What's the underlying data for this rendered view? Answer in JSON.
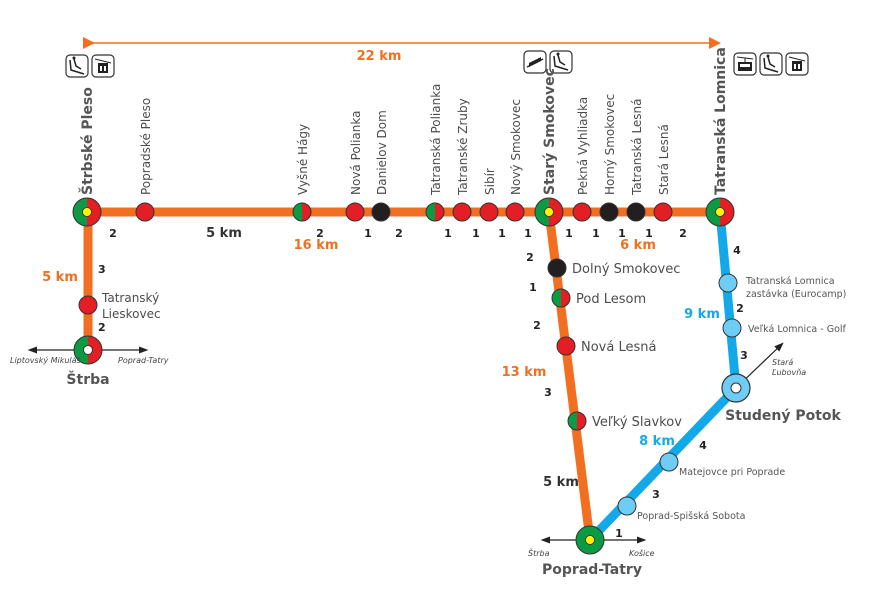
{
  "colors": {
    "orange": "#f26f21",
    "blue": "#13a8e8",
    "lightblue": "#6dcdf4",
    "red": "#e31e24",
    "green": "#0c9a45",
    "black": "#231f20",
    "yellow": "#fff200"
  },
  "main_line": {
    "total_km": "22 km",
    "stations": [
      {
        "name": "Štrbské Pleso",
        "type": "major"
      },
      {
        "name": "Popradské Pleso",
        "type": "red"
      },
      {
        "name": "Vyšné Hágy",
        "type": "split"
      },
      {
        "name": "Nová Polianka",
        "type": "red"
      },
      {
        "name": "Danielov Dom",
        "type": "black"
      },
      {
        "name": "Tatranská Polianka",
        "type": "split"
      },
      {
        "name": "Tatranské Zruby",
        "type": "red"
      },
      {
        "name": "Sibír",
        "type": "red"
      },
      {
        "name": "Nový Smokovec",
        "type": "red"
      },
      {
        "name": "Starý Smokovec",
        "type": "major"
      },
      {
        "name": "Pekná Vyhliadka",
        "type": "red"
      },
      {
        "name": "Horný Smokovec",
        "type": "black"
      },
      {
        "name": "Tatranská Lesná",
        "type": "black"
      },
      {
        "name": "Stará Lesná",
        "type": "red"
      },
      {
        "name": "Tatranská Lomnica",
        "type": "major"
      }
    ],
    "minutes": [
      "2",
      "2",
      "1",
      "2",
      "1",
      "1",
      "1",
      "1",
      "1",
      "1",
      "1",
      "1",
      "2"
    ],
    "km_labels": [
      "5 km",
      "16 km",
      "6 km"
    ]
  },
  "strba_branch": {
    "stations": [
      {
        "name": "Tatranský Lieskovec",
        "type": "red"
      },
      {
        "name": "Štrba",
        "type": "junction"
      }
    ],
    "minutes": [
      "3",
      "2"
    ],
    "km": "5 km",
    "directions": [
      "Liptovský Mikuláš",
      "Poprad-Tatry"
    ]
  },
  "poprad_branch": {
    "stations": [
      {
        "name": "Dolný Smokovec",
        "type": "black"
      },
      {
        "name": "Pod Lesom",
        "type": "split"
      },
      {
        "name": "Nová Lesná",
        "type": "red"
      },
      {
        "name": "Veľký Slavkov",
        "type": "split"
      },
      {
        "name": "Poprad-Tatry",
        "type": "terminal"
      }
    ],
    "minutes": [
      "2",
      "1",
      "2",
      "3"
    ],
    "km_labels": [
      "13 km",
      "5 km"
    ],
    "directions": [
      "Štrba",
      "Košice"
    ]
  },
  "blue_line": {
    "stations": [
      {
        "name": "Tatranská Lomnica zastávka (Eurocamp)",
        "type": "blue"
      },
      {
        "name": "Veľká Lomnica - Golf",
        "type": "blue"
      },
      {
        "name": "Studený Potok",
        "type": "bluejunction"
      },
      {
        "name": "Matejovce pri Poprade",
        "type": "blue"
      },
      {
        "name": "Poprad-Spišská Sobota",
        "type": "blue"
      }
    ],
    "minutes": [
      "4",
      "2",
      "3",
      "4",
      "3",
      "1"
    ],
    "km_labels": [
      "9 km",
      "8 km"
    ],
    "direction": "Stará Ľubovňa"
  },
  "icons": {
    "strbske_pleso": [
      "ski-jump-icon",
      "chairlift-icon"
    ],
    "stary_smokovec": [
      "funicular-icon",
      "ski-jump-icon"
    ],
    "tatranska_lomnica": [
      "cable-car-icon",
      "ski-jump-icon",
      "chairlift-icon"
    ]
  }
}
